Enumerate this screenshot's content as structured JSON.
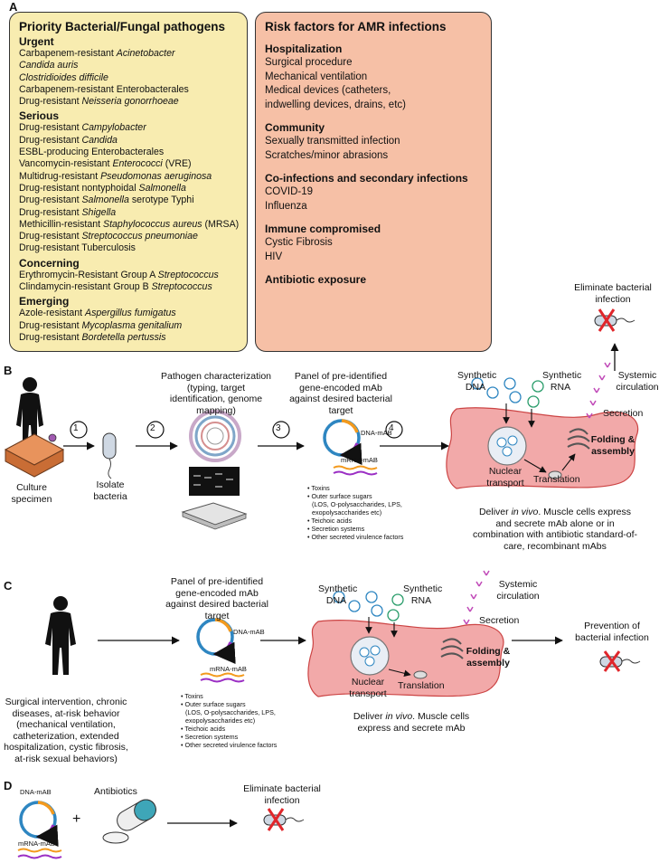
{
  "panel_labels": {
    "a": "A",
    "b": "B",
    "c": "C",
    "d": "D"
  },
  "pathogens": {
    "title": "Priority Bacterial/Fungal pathogens",
    "groups": [
      {
        "heading": "Urgent",
        "items": [
          [
            "Carbapenem-resistant ",
            "Acinetobacter"
          ],
          [
            "",
            "Candida auris"
          ],
          [
            "",
            "Clostridioides difficile"
          ],
          [
            "Carbapenem-resistant Enterobacterales",
            ""
          ],
          [
            "Drug-resistant ",
            "Neisseria gonorrhoeae"
          ]
        ]
      },
      {
        "heading": "Serious",
        "items": [
          [
            "Drug-resistant ",
            "Campylobacter"
          ],
          [
            "Drug-resistant ",
            "Candida"
          ],
          [
            "ESBL-producing Enterobacterales",
            ""
          ],
          [
            "Vancomycin-resistant ",
            "Enterococci",
            " (VRE)"
          ],
          [
            "Multidrug-resistant ",
            "Pseudomonas aeruginosa"
          ],
          [
            "Drug-resistant nontyphoidal ",
            "Salmonella"
          ],
          [
            "Drug-resistant ",
            "Salmonella",
            " serotype Typhi"
          ],
          [
            "Drug-resistant ",
            "Shigella"
          ],
          [
            "Methicillin-resistant ",
            "Staphylococcus aureus",
            " (MRSA)"
          ],
          [
            "Drug-resistant ",
            "Streptococcus pneumoniae"
          ],
          [
            "Drug-resistant Tuberculosis",
            ""
          ]
        ]
      },
      {
        "heading": "Concerning",
        "items": [
          [
            "Erythromycin-Resistant Group A ",
            "Streptococcus"
          ],
          [
            "Clindamycin-resistant Group B ",
            "Streptococcus"
          ]
        ]
      },
      {
        "heading": "Emerging",
        "items": [
          [
            "Azole-resistant ",
            "Aspergillus fumigatus"
          ],
          [
            "Drug-resistant ",
            "Mycoplasma genitalium"
          ],
          [
            "Drug-resistant ",
            "Bordetella pertussis"
          ]
        ]
      }
    ]
  },
  "risk": {
    "title": "Risk factors for AMR infections",
    "groups": [
      {
        "heading": "Hospitalization",
        "items": [
          "Surgical procedure",
          "Mechanical ventilation",
          "Medical devices (catheters,",
          "indwelling devices, drains, etc)"
        ]
      },
      {
        "heading": "Community",
        "items": [
          "Sexually transmitted infection",
          "Scratches/minor abrasions"
        ]
      },
      {
        "heading": "Co-infections and secondary infections",
        "items": [
          "COVID-19",
          "Influenza"
        ]
      },
      {
        "heading": "Immune compromised",
        "items": [
          "Cystic Fibrosis",
          "HIV"
        ]
      },
      {
        "heading": "Antibiotic exposure",
        "items": []
      }
    ]
  },
  "b": {
    "steps": [
      "1",
      "2",
      "3",
      "4"
    ],
    "culture": "Culture specimen",
    "isolate": "Isolate bacteria",
    "characterization": "Pathogen characterization (typing, target identification, genome mapping)",
    "panel": "Panel of pre-identified gene-encoded mAb against desired bacterial target",
    "dna_mab": "DNA-mAB",
    "mrna_mab": "mRNA-mAB",
    "targets": [
      "• Toxins",
      "• Outer surface sugars",
      "(LOS, O-polysaccharides, LPS,",
      "exopolysaccharides etc)",
      "• Teichoic acids",
      "• Secretion systems",
      "• Other secreted virulence factors"
    ],
    "synthetic_dna": "Synthetic DNA",
    "synthetic_rna": "Synthetic RNA",
    "nuclear": "Nuclear transport",
    "translation": "Translation",
    "folding": "Folding & assembly",
    "secretion": "Secretion",
    "systemic": "Systemic circulation",
    "eliminate": "Eliminate bacterial infection",
    "deliver_pre": "Deliver ",
    "deliver_em": "in vivo",
    "deliver_post": ". Muscle cells express and secrete mAb alone or in combination with antibiotic standard-of-care, recombinant mAbs"
  },
  "c": {
    "panel": "Panel of pre-identified gene-encoded mAb against desired bacterial target",
    "dna_mab": "DNA-mAB",
    "mrna_mab": "mRNA-mAB",
    "targets": [
      "• Toxins",
      "• Outer surface sugars",
      "(LOS, O-polysaccharides, LPS,",
      "exopolysaccharides etc)",
      "• Teichoic acids",
      "• Secretion systems",
      "• Other secreted virulence factors"
    ],
    "patient": "Surgical intervention, chronic diseases, at-risk behavior (mechanical ventilation, catheterization, extended hospitalization, cystic fibrosis, at-risk sexual behaviors)",
    "synthetic_dna": "Synthetic DNA",
    "synthetic_rna": "Synthetic RNA",
    "nuclear": "Nuclear transport",
    "translation": "Translation",
    "folding": "Folding & assembly",
    "secretion": "Secretion",
    "systemic": "Systemic circulation",
    "prevention": "Prevention of bacterial infection",
    "deliver_pre": "Deliver ",
    "deliver_em": "in vivo",
    "deliver_post": ". Muscle cells express and secrete mAb"
  },
  "d": {
    "dna_mab": "DNA-mAB",
    "mrna_mab": "mRNA-mAB",
    "plus": "+",
    "antibiotics": "Antibiotics",
    "eliminate": "Eliminate bacterial infection"
  },
  "colors": {
    "yellow_box": "#f8ecb0",
    "salmon_box": "#f6c0a6",
    "cell": "#f2a9a9",
    "orange": "#f39a1e",
    "purple": "#9b2fc4",
    "blue": "#2e86c1",
    "red_x": "#e0262b"
  }
}
